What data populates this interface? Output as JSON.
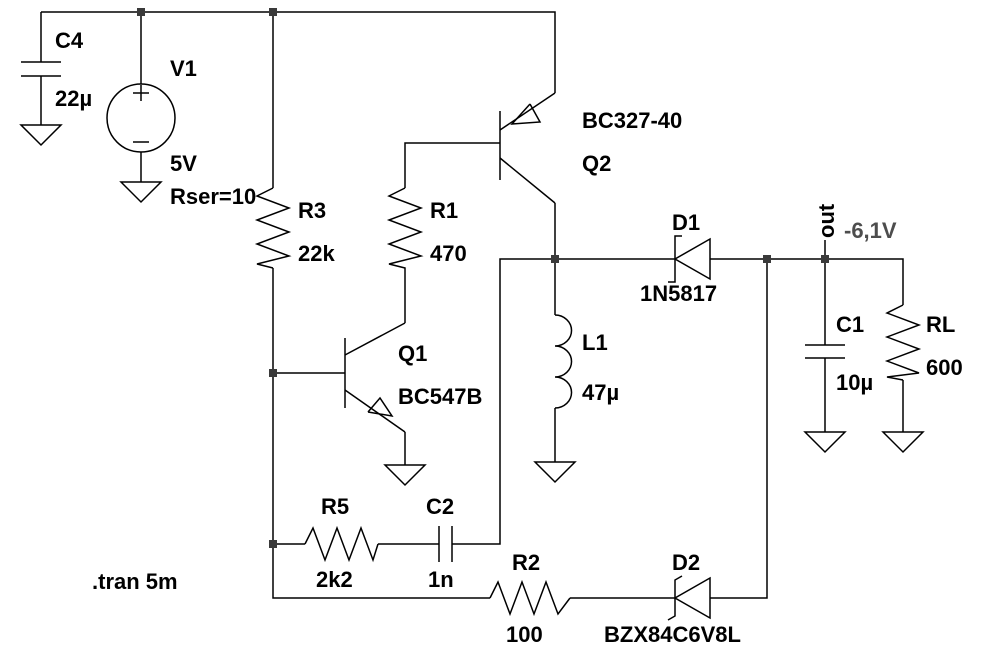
{
  "components": {
    "c4": {
      "ref": "C4",
      "value": "22µ"
    },
    "v1": {
      "ref": "V1",
      "value": "5V",
      "extra": "Rser=10"
    },
    "r3": {
      "ref": "R3",
      "value": "22k"
    },
    "r1": {
      "ref": "R1",
      "value": "470"
    },
    "q2": {
      "ref": "Q2",
      "model": "BC327-40"
    },
    "d1": {
      "ref": "D1",
      "model": "1N5817"
    },
    "c1": {
      "ref": "C1",
      "value": "10µ"
    },
    "rl": {
      "ref": "RL",
      "value": "600"
    },
    "q1": {
      "ref": "Q1",
      "model": "BC547B"
    },
    "l1": {
      "ref": "L1",
      "value": "47µ"
    },
    "r5": {
      "ref": "R5",
      "value": "2k2"
    },
    "c2": {
      "ref": "C2",
      "value": "1n"
    },
    "r2": {
      "ref": "R2",
      "value": "100"
    },
    "d2": {
      "ref": "D2",
      "model": "BZX84C6V8L"
    }
  },
  "net_label": {
    "name": "out",
    "voltage": "-6,1V"
  },
  "directive": ".tran 5m",
  "colors": {
    "wire": "#000000",
    "node": "#3a3a3a",
    "annotation": "#4d4d4d",
    "background": "#ffffff"
  }
}
